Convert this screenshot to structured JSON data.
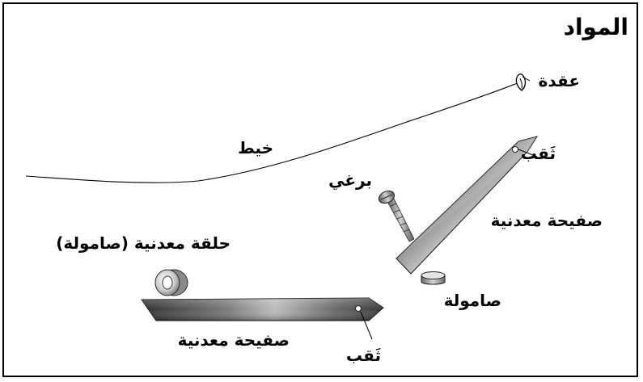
{
  "title": "المواد",
  "labels": {
    "knot": "عقدة",
    "thread": "خيط",
    "hole_upper": "ثَقب",
    "screw": "برغي",
    "plate_upper": "صفيحة معدنية",
    "nut_upper": "صامولة",
    "washer": "حلقة معدنية (صامولة)",
    "plate_lower": "صفيحة معدنية",
    "hole_lower": "ثَقب"
  },
  "colors": {
    "ink": "#000000",
    "metal_dark": "#4a4a4a",
    "metal_light": "#e8e8e8",
    "background": "#ffffff"
  }
}
